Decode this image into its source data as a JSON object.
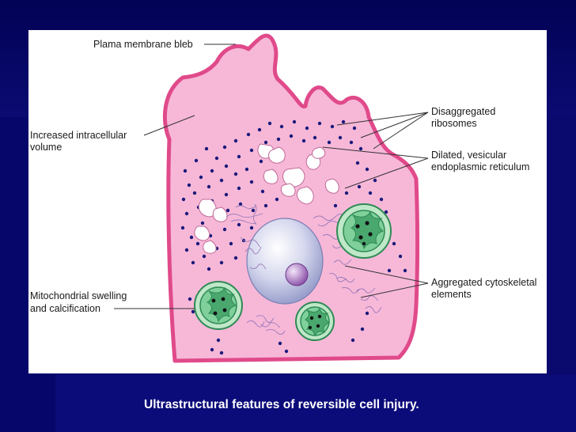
{
  "diagram": {
    "labels": {
      "bleb": "Plama membrane bleb",
      "volume_line1": "Increased intracellular",
      "volume_line2": "volume",
      "ribosomes_line1": "Disaggregated",
      "ribosomes_line2": "ribosomes",
      "er_line1": "Dilated, vesicular",
      "er_line2": "endoplasmic reticulum",
      "mito_line1": "Mitochondrial swelling",
      "mito_line2": "and calcification",
      "cytoskeleton_line1": "Aggregated cytoskeletal",
      "cytoskeleton_line2": "elements"
    },
    "colors": {
      "cytoplasm": "#f7b8d8",
      "membrane": "#e04a8a",
      "ribosome": "#1a1a7a",
      "nucleus": "#c8cce8",
      "nucleolus": "#a070b8",
      "mitochondria": "#7fd09a",
      "mito_outline": "#2e8a55"
    }
  },
  "caption": "Ultrastructural features of reversible cell injury."
}
